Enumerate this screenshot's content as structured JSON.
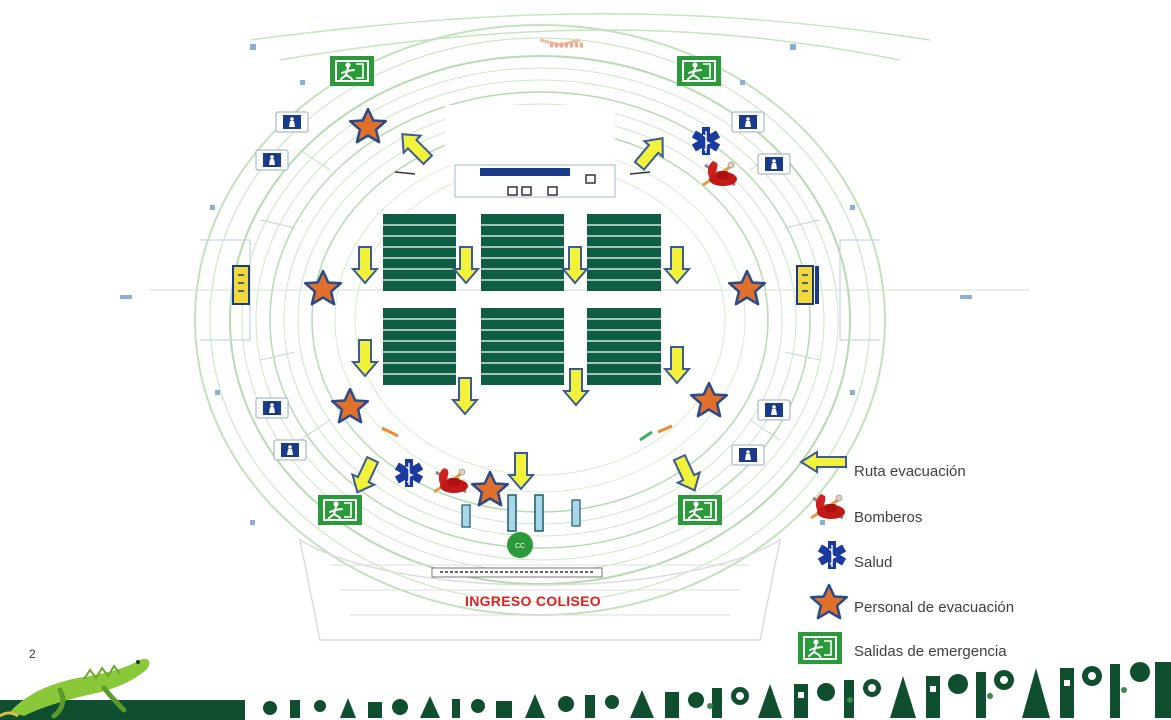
{
  "slide": {
    "page_number": "2",
    "entrance_label": "INGRESO COLISEO"
  },
  "legend": {
    "items": [
      {
        "icon": "evacuation-route-arrow-icon",
        "label": "Ruta evacuación"
      },
      {
        "icon": "firefighters-icon",
        "label": "Bomberos"
      },
      {
        "icon": "health-star-of-life-icon",
        "label": "Salud"
      },
      {
        "icon": "evacuation-staff-star-icon",
        "label": "Personal de evacuación"
      },
      {
        "icon": "emergency-exit-icon",
        "label": "Salidas de emergencia"
      }
    ]
  },
  "colors": {
    "arrow_fill": "#f2f23a",
    "arrow_stroke": "#3a5a9a",
    "star_fill": "#e0702a",
    "star_stroke": "#2a4a8a",
    "exit_green": "#2a9a3a",
    "restroom_blue": "#1a3a8a",
    "seating_green": "#0e5e46",
    "floor_plan_line": "#b5dcb0",
    "entrance_text": "#e02020",
    "footer_dark_green": "#0f4f2f"
  }
}
